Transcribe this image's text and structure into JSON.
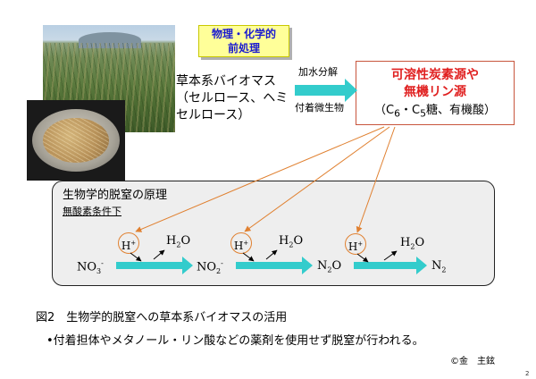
{
  "pretreatment": {
    "line1": "物理・化学的",
    "line2": "前処理"
  },
  "biomass": {
    "line1": "草本系バイオマス",
    "line2": "（セルロース、ヘミ",
    "line3": "セルロース）"
  },
  "main_arrow": {
    "top_label": "加水分解",
    "bottom_label": "付着微生物"
  },
  "carbon_source": {
    "line1": "可溶性炭素源や",
    "line2": "無機リン源",
    "sub_pre": "（C",
    "sub_6": "6",
    "sub_mid": "・C",
    "sub_5": "5",
    "sub_post": "糖、有機酸）"
  },
  "principle": {
    "title": "生物学的脱窒の原理",
    "condition": "無酸素条件下"
  },
  "reaction": {
    "species": [
      {
        "base": "NO",
        "sub": "3",
        "sup": "-"
      },
      {
        "base": "NO",
        "sub": "2",
        "sup": "-"
      },
      {
        "base": "N",
        "sub": "2",
        "post": "O"
      },
      {
        "base": "N",
        "sub": "2"
      }
    ],
    "h_plus": {
      "base": "H",
      "sup": "+"
    },
    "water": {
      "base": "H",
      "sub": "2",
      "post": "O"
    }
  },
  "caption": "図2　生物学的脱窒への草本系バイオマスの活用",
  "bullet": "•付着担体やメタノール・リン酸などの薬剤を使用せず脱窒が行われる。",
  "credit": "©金　主鉉",
  "page_number": "2",
  "colors": {
    "arrow": "#33cccc",
    "orange": "#e08030",
    "red_text": "#e02020",
    "blue_text": "#1a1ad0",
    "highlight": "#ffff99"
  }
}
